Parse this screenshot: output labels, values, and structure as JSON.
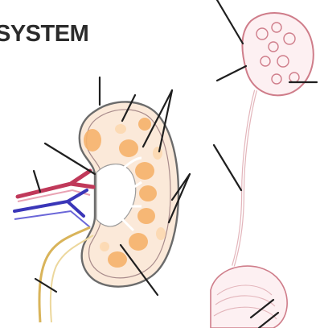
{
  "title": "SYSTEM",
  "colors": {
    "title_text": "#2b2b2b",
    "kidney_outline": "#6b6b6b",
    "kidney_fill": "#fbe9d9",
    "cortex": "#f6b26b",
    "artery": "#c0395a",
    "vein": "#3a36b8",
    "ureter": "#d9b45a",
    "nephron": "#cf7d8a",
    "leader_line": "#1f1f1f"
  },
  "icons": {
    "kidney": "kidney-cross-section",
    "nephron": "nephron-diagram"
  }
}
